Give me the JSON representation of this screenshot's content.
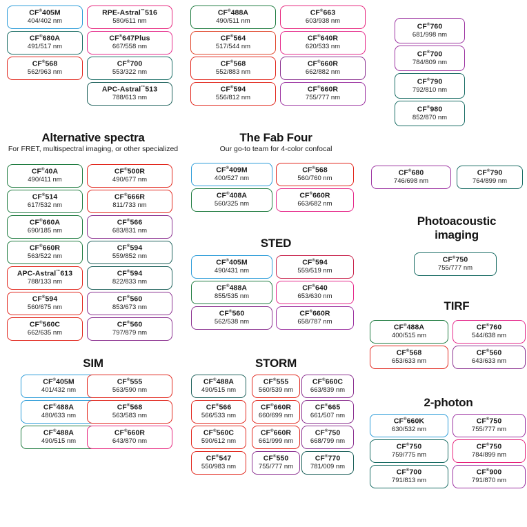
{
  "page": {
    "title": "CF Dye selection guide for imaging applications",
    "background": "#ffffff"
  },
  "palette": {
    "blue": "#2a9bd8",
    "green": "#1d7a3e",
    "teal": "#176b63",
    "red": "#e1251b",
    "orange_red": "#e0452a",
    "magenta": "#e6247c",
    "pink": "#e5288a",
    "purple": "#8a2f8f",
    "violet": "#9b31a0",
    "dark_teal": "#1b5f59",
    "crimson": "#c8224b"
  },
  "sections": [
    {
      "id": "top-left",
      "title": "",
      "subtitle": "",
      "columns": [
        {
          "items": [
            {
              "name": "CF",
              "sup": "®",
              "suffix": "405M",
              "wl": "404/402 nm",
              "color": "#2a9bd8"
            },
            {
              "name": "CF",
              "sup": "®",
              "suffix": "680A",
              "wl": "491/517 nm",
              "color": "#176b63"
            },
            {
              "name": "CF",
              "sup": "®",
              "suffix": "568",
              "wl": "562/963 nm",
              "color": "#e1251b"
            }
          ]
        },
        {
          "items": [
            {
              "name": "RPE-Astral",
              "sup": "™",
              "suffix": "516",
              "wl": "580/611 nm",
              "color": "#e6247c"
            },
            {
              "name": "CF",
              "sup": "®",
              "suffix": "647Plus",
              "wl": "667/558 nm",
              "color": "#e5288a"
            },
            {
              "name": "CF",
              "sup": "®",
              "suffix": "700",
              "wl": "553/322 nm",
              "color": "#176b63"
            },
            {
              "name": "APC-Astral",
              "sup": "™",
              "suffix": "513",
              "wl": "788/613 nm",
              "color": "#1b5f59"
            }
          ]
        }
      ]
    },
    {
      "id": "top-mid",
      "title": "",
      "subtitle": "",
      "columns": [
        {
          "items": [
            {
              "name": "CF",
              "sup": "®",
              "suffix": "488A",
              "wl": "490/511 nm",
              "color": "#1d7a3e"
            },
            {
              "name": "CF",
              "sup": "®",
              "suffix": "564",
              "wl": "517/544 nm",
              "color": "#e0452a"
            },
            {
              "name": "CF",
              "sup": "®",
              "suffix": "568",
              "wl": "552/883 nm",
              "color": "#e1251b"
            },
            {
              "name": "CF",
              "sup": "®",
              "suffix": "594",
              "wl": "556/812 nm",
              "color": "#e1251b"
            }
          ]
        },
        {
          "items": [
            {
              "name": "CF",
              "sup": "®",
              "suffix": "663",
              "wl": "603/938 nm",
              "color": "#e6247c"
            },
            {
              "name": "CF",
              "sup": "®",
              "suffix": "640R",
              "wl": "620/533 nm",
              "color": "#e5288a"
            },
            {
              "name": "CF",
              "sup": "®",
              "suffix": "660R",
              "wl": "662/882 nm",
              "color": "#8a2f8f"
            },
            {
              "name": "CF",
              "sup": "®",
              "suffix": "660R",
              "wl": "755/777 nm",
              "color": "#9b31a0"
            }
          ]
        }
      ]
    },
    {
      "id": "top-right",
      "title": "",
      "subtitle": "",
      "columns": [
        {
          "items": [
            {
              "name": "CF",
              "sup": "®",
              "suffix": "760",
              "wl": "681/998 nm",
              "color": "#9b31a0"
            },
            {
              "name": "CF",
              "sup": "®",
              "suffix": "700",
              "wl": "784/809 nm",
              "color": "#9b31a0"
            },
            {
              "name": "CF",
              "sup": "®",
              "suffix": "790",
              "wl": "792/810 nm",
              "color": "#176b63"
            },
            {
              "name": "CF",
              "sup": "®",
              "suffix": "980",
              "wl": "852/870 nm",
              "color": "#176b63"
            }
          ]
        }
      ]
    },
    {
      "id": "alternative-spectra",
      "title": "Alternative spectra",
      "subtitle": "For FRET, multispectral imaging, or other specialized",
      "columns": [
        {
          "items": [
            {
              "name": "CF",
              "sup": "®",
              "suffix": "40A",
              "wl": "490/411 nm",
              "color": "#1d7a3e"
            },
            {
              "name": "CF",
              "sup": "®",
              "suffix": "514",
              "wl": "617/532 nm",
              "color": "#1d7a3e"
            },
            {
              "name": "CF",
              "sup": "®",
              "suffix": "660A",
              "wl": "690/185 nm",
              "color": "#1d7a3e"
            },
            {
              "name": "CF",
              "sup": "®",
              "suffix": "660R",
              "wl": "563/522 nm",
              "color": "#1d7a3e"
            },
            {
              "name": "APC-Astral",
              "sup": "™",
              "suffix": "613",
              "wl": "788/133 nm",
              "color": "#e1251b"
            },
            {
              "name": "CF",
              "sup": "®",
              "suffix": "594",
              "wl": "560/675 nm",
              "color": "#e1251b"
            },
            {
              "name": "CF",
              "sup": "®",
              "suffix": "560C",
              "wl": "662/635 nm",
              "color": "#e1251b"
            }
          ]
        },
        {
          "items": [
            {
              "name": "CF",
              "sup": "®",
              "suffix": "500R",
              "wl": "490/677 nm",
              "color": "#e1251b"
            },
            {
              "name": "CF",
              "sup": "®",
              "suffix": "666R",
              "wl": "811/733 nm",
              "color": "#e1251b"
            },
            {
              "name": "CF",
              "sup": "®",
              "suffix": "566",
              "wl": "683/831 nm",
              "color": "#8a2f8f"
            },
            {
              "name": "CF",
              "sup": "®",
              "suffix": "594",
              "wl": "559/852 nm",
              "color": "#1b5f59"
            },
            {
              "name": "CF",
              "sup": "®",
              "suffix": "594",
              "wl": "822/833 nm",
              "color": "#1b5f59"
            },
            {
              "name": "CF",
              "sup": "®",
              "suffix": "560",
              "wl": "853/673 nm",
              "color": "#8a2f8f"
            },
            {
              "name": "CF",
              "sup": "®",
              "suffix": "560",
              "wl": "797/879 nm",
              "color": "#8a2f8f"
            }
          ]
        }
      ]
    },
    {
      "id": "fab-four",
      "title": "The Fab Four",
      "subtitle": "Our go-to team for 4-color confocal",
      "columns": [
        {
          "items": [
            {
              "name": "CF",
              "sup": "®",
              "suffix": "409M",
              "wl": "400/527 nm",
              "color": "#2a9bd8"
            },
            {
              "name": "CF",
              "sup": "®",
              "suffix": "408A",
              "wl": "560/325 nm",
              "color": "#1d7a3e"
            }
          ]
        },
        {
          "items": [
            {
              "name": "CF",
              "sup": "®",
              "suffix": "568",
              "wl": "560/760 nm",
              "color": "#e1251b"
            },
            {
              "name": "CF",
              "sup": "®",
              "suffix": "660R",
              "wl": "663/682 nm",
              "color": "#e5288a"
            }
          ]
        }
      ]
    },
    {
      "id": "sted",
      "title": "STED",
      "subtitle": "",
      "columns": [
        {
          "items": [
            {
              "name": "CF",
              "sup": "®",
              "suffix": "405M",
              "wl": "490/431 nm",
              "color": "#2a9bd8"
            },
            {
              "name": "CF",
              "sup": "®",
              "suffix": "488A",
              "wl": "855/535 nm",
              "color": "#1d7a3e"
            },
            {
              "name": "CF",
              "sup": "®",
              "suffix": "560",
              "wl": "562/538 nm",
              "color": "#8a2f8f"
            }
          ]
        },
        {
          "items": [
            {
              "name": "CF",
              "sup": "®",
              "suffix": "594",
              "wl": "559/519 nm",
              "color": "#c8224b"
            },
            {
              "name": "CF",
              "sup": "®",
              "suffix": "640",
              "wl": "653/630 nm",
              "color": "#e5288a"
            },
            {
              "name": "CF",
              "sup": "®",
              "suffix": "660R",
              "wl": "658/787 nm",
              "color": "#9b31a0"
            }
          ]
        }
      ]
    },
    {
      "id": "photoacoustic",
      "title": "Photoacoustic imaging",
      "subtitle": "",
      "columns": [
        {
          "items": [
            {
              "name": "CF",
              "sup": "®",
              "suffix": "680",
              "wl": "746/698 nm",
              "color": "#9b31a0"
            },
            {
              "name": "CF",
              "sup": "®",
              "suffix": "790",
              "wl": "764/899 nm",
              "color": "#176b63"
            },
            {
              "name": "CF",
              "sup": "®",
              "suffix": "750",
              "wl": "755/777 nm",
              "color": "#176b63"
            }
          ]
        }
      ]
    },
    {
      "id": "tirf",
      "title": "TIRF",
      "subtitle": "",
      "columns": [
        {
          "items": [
            {
              "name": "CF",
              "sup": "®",
              "suffix": "488A",
              "wl": "400/515 nm",
              "color": "#1d7a3e"
            },
            {
              "name": "CF",
              "sup": "®",
              "suffix": "568",
              "wl": "653/633 nm",
              "color": "#e1251b"
            }
          ]
        },
        {
          "items": [
            {
              "name": "CF",
              "sup": "®",
              "suffix": "760",
              "wl": "544/638 nm",
              "color": "#e5288a"
            },
            {
              "name": "CF",
              "sup": "®",
              "suffix": "560",
              "wl": "643/633 nm",
              "color": "#8a2f8f"
            }
          ]
        }
      ]
    },
    {
      "id": "sim",
      "title": "SIM",
      "subtitle": "",
      "columns": [
        {
          "items": [
            {
              "name": "CF",
              "sup": "®",
              "suffix": "405M",
              "wl": "401/432 nm",
              "color": "#2a9bd8"
            },
            {
              "name": "CF",
              "sup": "®",
              "suffix": "488A",
              "wl": "480/633 nm",
              "color": "#2a9bd8"
            },
            {
              "name": "CF",
              "sup": "®",
              "suffix": "488A",
              "wl": "490/515 nm",
              "color": "#1d7a3e"
            }
          ]
        },
        {
          "items": [
            {
              "name": "CF",
              "sup": "®",
              "suffix": "555",
              "wl": "563/590 nm",
              "color": "#e1251b"
            },
            {
              "name": "CF",
              "sup": "®",
              "suffix": "568",
              "wl": "563/583 nm",
              "color": "#e1251b"
            },
            {
              "name": "CF",
              "sup": "®",
              "suffix": "660R",
              "wl": "643/870 nm",
              "color": "#e6247c"
            }
          ]
        }
      ]
    },
    {
      "id": "storm",
      "title": "STORM",
      "subtitle": "",
      "columns": [
        {
          "items": [
            {
              "name": "CF",
              "sup": "®",
              "suffix": "488A",
              "wl": "490/515 nm",
              "color": "#1b5f59"
            },
            {
              "name": "CF",
              "sup": "®",
              "suffix": "566",
              "wl": "566/533 nm",
              "color": "#e1251b"
            },
            {
              "name": "CF",
              "sup": "®",
              "suffix": "560C",
              "wl": "590/612 nm",
              "color": "#e1251b"
            },
            {
              "name": "CF",
              "sup": "®",
              "suffix": "547",
              "wl": "550/983 nm",
              "color": "#e1251b"
            }
          ]
        },
        {
          "items": [
            {
              "name": "CF",
              "sup": "®",
              "suffix": "555",
              "wl": "560/539 nm",
              "color": "#e1251b"
            },
            {
              "name": "CF",
              "sup": "®",
              "suffix": "660R",
              "wl": "660/699 nm",
              "color": "#e1251b"
            },
            {
              "name": "CF",
              "sup": "®",
              "suffix": "660R",
              "wl": "661/999 nm",
              "color": "#e1251b"
            },
            {
              "name": "CF",
              "sup": "®",
              "suffix": "550",
              "wl": "755/777 nm",
              "color": "#8a2f8f"
            }
          ]
        },
        {
          "items": [
            {
              "name": "CF",
              "sup": "®",
              "suffix": "660C",
              "wl": "663/839 nm",
              "color": "#8a2f8f"
            },
            {
              "name": "CF",
              "sup": "®",
              "suffix": "665",
              "wl": "661/507 nm",
              "color": "#8a2f8f"
            },
            {
              "name": "CF",
              "sup": "®",
              "suffix": "750",
              "wl": "668/799 nm",
              "color": "#8a2f8f"
            },
            {
              "name": "CF",
              "sup": "®",
              "suffix": "770",
              "wl": "781/009 nm",
              "color": "#1b5f59"
            }
          ]
        }
      ]
    },
    {
      "id": "two-photon",
      "title": "2-photon",
      "subtitle": "",
      "columns": [
        {
          "items": [
            {
              "name": "CF",
              "sup": "®",
              "suffix": "660K",
              "wl": "630/532 nm",
              "color": "#2a9bd8"
            },
            {
              "name": "CF",
              "sup": "®",
              "suffix": "750",
              "wl": "759/775 nm",
              "color": "#176b63"
            },
            {
              "name": "CF",
              "sup": "®",
              "suffix": "700",
              "wl": "791/813 nm",
              "color": "#176b63"
            }
          ]
        },
        {
          "items": [
            {
              "name": "CF",
              "sup": "®",
              "suffix": "750",
              "wl": "755/777 nm",
              "color": "#9b31a0"
            },
            {
              "name": "CF",
              "sup": "®",
              "suffix": "750",
              "wl": "784/899 nm",
              "color": "#e6247c"
            },
            {
              "name": "CF",
              "sup": "®",
              "suffix": "900",
              "wl": "791/870 nm",
              "color": "#9b31a0"
            }
          ]
        }
      ]
    }
  ],
  "headings": {
    "alternative_spectra_title": "Alternative spectra",
    "alternative_spectra_sub": "For FRET, multispectral imaging, or other specialized",
    "fab_four_title": "The Fab Four",
    "fab_four_sub": "Our go-to team for 4-color confocal",
    "sted_title": "STED",
    "photoacoustic_title_line1": "Photoacoustic",
    "photoacoustic_title_line2": "imaging",
    "tirf_title": "TIRF",
    "sim_title": "SIM",
    "storm_title": "STORM",
    "two_photon_title": "2-photon"
  }
}
